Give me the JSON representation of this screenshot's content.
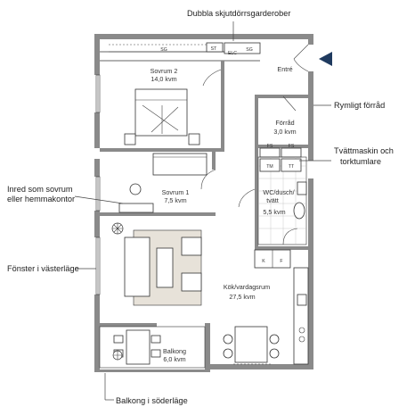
{
  "rooms": {
    "sovrum2": {
      "name": "Sovrum 2",
      "area": "14,0 kvm"
    },
    "entre": {
      "name": "Entré"
    },
    "forrad": {
      "name": "Förråd",
      "area": "3,0 kvm"
    },
    "sovrum1": {
      "name": "Sovrum 1",
      "area": "7,5 kvm"
    },
    "wc": {
      "name": "WC/dusch/",
      "name2": "tvätt",
      "area": "5,5 kvm"
    },
    "kok": {
      "name": "Kök/vardagsrum",
      "area": "27,5 kvm"
    },
    "balkong": {
      "name": "Balkong",
      "area": "6,0 kvm"
    }
  },
  "tags": {
    "sg1": "SG",
    "st": "ST",
    "elc": "ELC",
    "sg2": "SG",
    "fs1": "FS",
    "fs2": "FS",
    "tm": "TM",
    "tt": "TT",
    "k": "K",
    "f": "F"
  },
  "callouts": {
    "garderober": "Dubbla skjutdörrsgarderober",
    "forrad": "Rymligt förråd",
    "tvatt1": "Tvättmaskin och",
    "tvatt2": "torktumlare",
    "inred1": "Inred som sovrum",
    "inred2": "eller hemmakontor",
    "fonster": "Fönster i västerläge",
    "balkong": "Balkong i söderläge"
  },
  "colors": {
    "wall": "#8a8a8a",
    "entrance_arrow": "#1f3a5f",
    "line": "#333333"
  },
  "icons": {
    "entrance": "entrance-arrow-icon",
    "plant": "plant-icon"
  }
}
